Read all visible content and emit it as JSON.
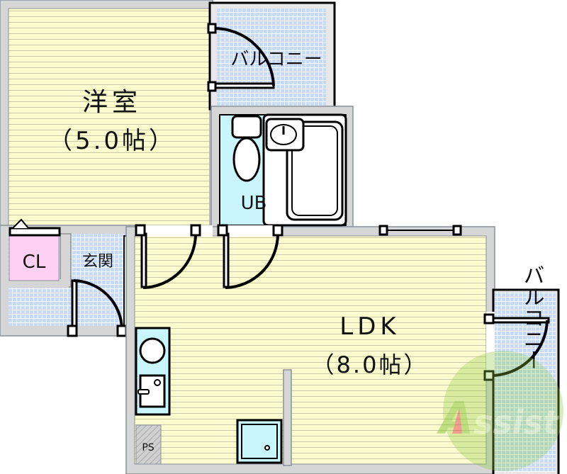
{
  "rooms": {
    "western_room": {
      "name": "洋室",
      "size": "（5.0帖）"
    },
    "balcony_top": {
      "name": "バルコニー"
    },
    "unit_bath": {
      "name": "UB"
    },
    "closet": {
      "name": "CL"
    },
    "entrance": {
      "name": "玄関"
    },
    "ldk": {
      "name": "LDK",
      "size": "（8.0帖）"
    },
    "balcony_right": {
      "name": "バルコニー"
    },
    "pipe_space": {
      "name": "PS"
    }
  },
  "watermark": {
    "text": "Assist"
  },
  "colors": {
    "floor_wood": "#fdfdd0",
    "floor_tile": "#c8daf8",
    "bath": "#c8f6fc",
    "closet": "#fdd0f2",
    "wall": "#d6d6d6",
    "watermark_green": "#8cc63f",
    "watermark_red": "#e8505b"
  }
}
